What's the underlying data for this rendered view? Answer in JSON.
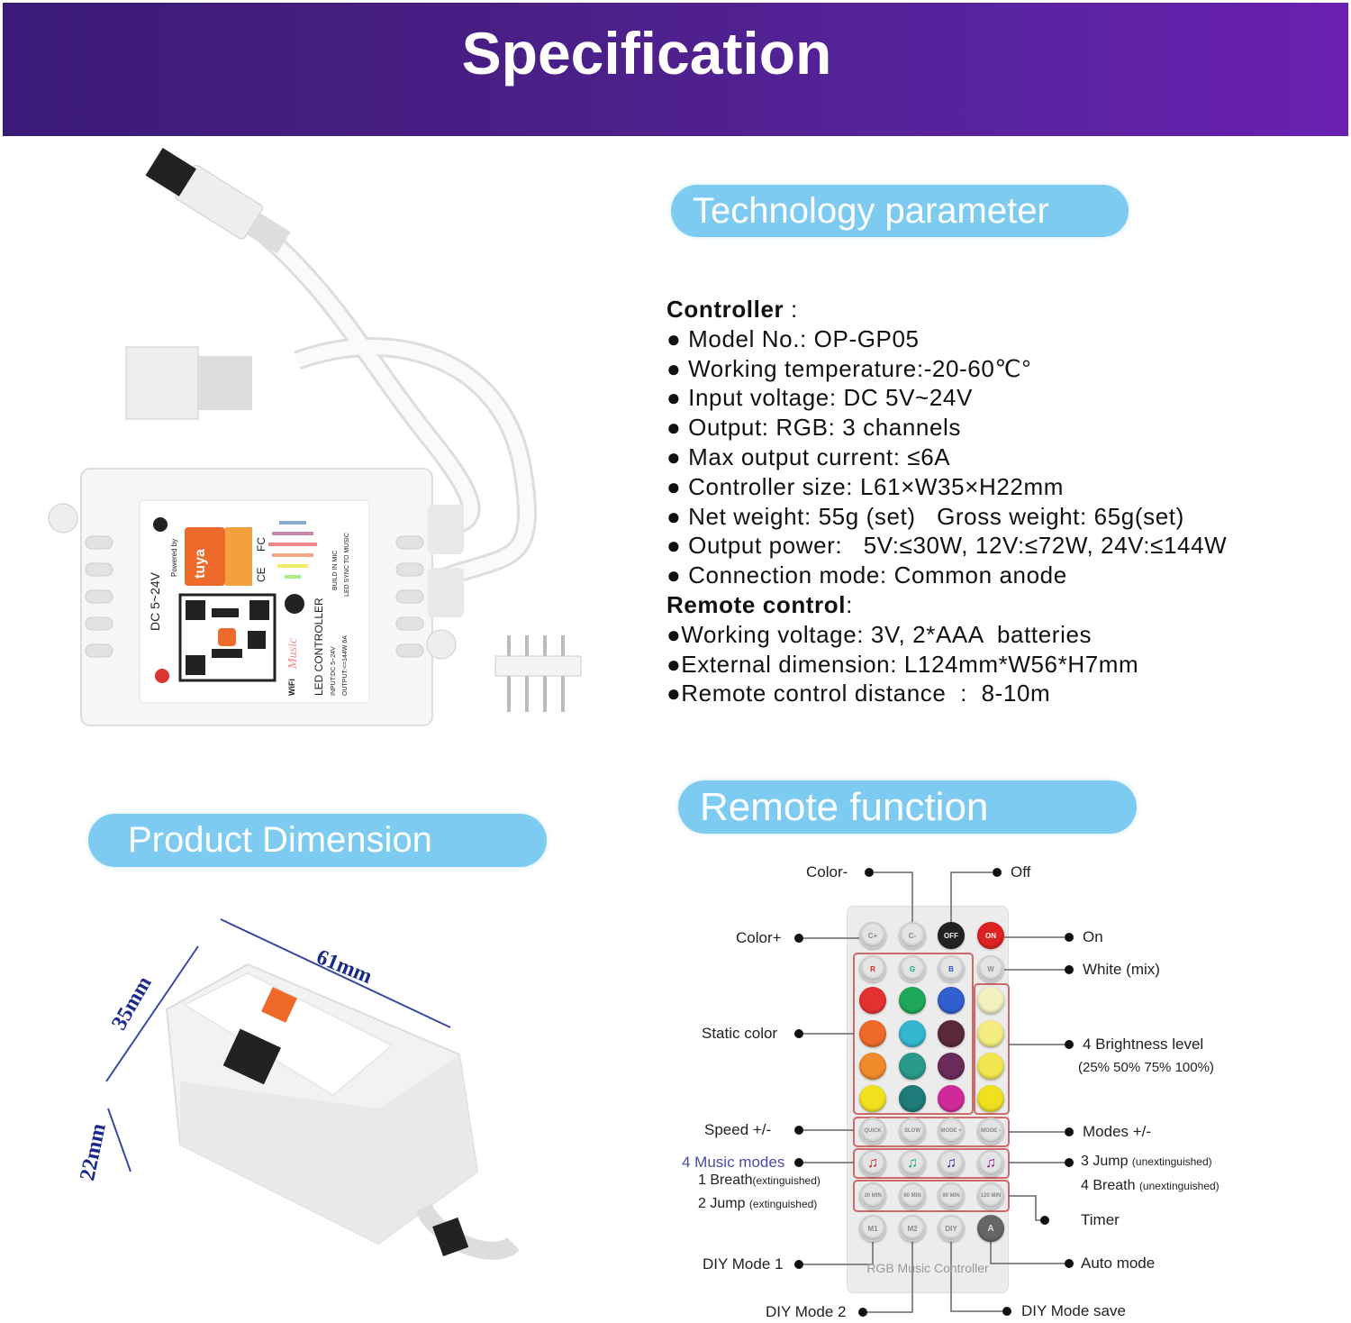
{
  "header": {
    "title": "Specification"
  },
  "sections": {
    "technology": "Technology parameter",
    "remote": "Remote function",
    "dimension": "Product Dimension"
  },
  "specs": {
    "controller_heading": "Controller",
    "controller_colon": " :",
    "controller_items": [
      "● Model No.: OP-GP05",
      "● Working temperature:-20-60℃°",
      "● Input voltage: DC 5V~24V",
      "● Output: RGB: 3 channels",
      "● Max output current: ≤6A",
      "● Controller size: L61×W35×H22mm",
      "● Net weight: 55g (set)   Gross weight: 65g(set)",
      "● Output power:   5V:≤30W, 12V:≤72W, 24V:≤144W",
      "● Connection mode: Common anode"
    ],
    "remote_heading": "Remote control",
    "remote_colon": ":",
    "remote_items": [
      "●Working voltage: 3V, 2*AAA  batteries",
      "●External dimension: L124mm*W56*H7mm",
      "●Remote control distance  :  8-10m"
    ]
  },
  "product_label": {
    "voltage": "DC 5~24V",
    "powered_by": "Powered by",
    "brand": "tuya",
    "title": "LED CONTROLLER",
    "music": "Music",
    "wifi": "WiFi",
    "mic": "BUILD IN MIC",
    "sync": "LED SYNC TO MUSIC",
    "input": "INPUT:DC 5~24V",
    "output": "OUTPUT:<=144W 6A",
    "ce": "CE",
    "fc": "FC"
  },
  "dimensions": {
    "length": "61mm",
    "width": "35mm",
    "height": "22mm"
  },
  "remote": {
    "name": "RGB Music Controller",
    "buttons": {
      "row1": [
        "C+",
        "C-",
        "OFF",
        "ON"
      ],
      "row2": [
        "R",
        "G",
        "B",
        "W"
      ],
      "speed": [
        "QUICK",
        "SLOW",
        "MODE +",
        "MODE -"
      ],
      "timer": [
        "30 MIN",
        "60 MIN",
        "90 MIN",
        "120 MIN"
      ],
      "diy": [
        "M1",
        "M2",
        "DIY",
        "A"
      ]
    },
    "colors": [
      [
        "#e53030",
        "#1fa85a",
        "#2f5fd0"
      ],
      [
        "#ee6a2a",
        "#34b6d0",
        "#5a2838"
      ],
      [
        "#f08a2a",
        "#2a9a8a",
        "#6a2a5a"
      ],
      [
        "#f0e020",
        "#1f7a7a",
        "#d02a9a"
      ]
    ],
    "labels": {
      "color_minus": "Color-",
      "off": "Off",
      "color_plus": "Color+",
      "on": "On",
      "white": "White (mix)",
      "static": "Static color",
      "brightness": "4 Brightness level",
      "brightness_levels": "(25% 50% 75% 100%)",
      "speed": "Speed +/-",
      "modes": "Modes +/-",
      "music_modes": "4 Music modes",
      "breath1": "1 Breath",
      "breath1_note": "(extinguished)",
      "jump2": "2 Jump",
      "jump2_note": "(extinguished)",
      "jump3": "3 Jump",
      "jump3_note": "(unextinguished)",
      "breath4": "4  Breath",
      "breath4_note": "(unextinguished)",
      "timer": "Timer",
      "diy1": "DIY Mode 1",
      "auto": "Auto mode",
      "diy2": "DIY Mode 2",
      "diysave": "DIY Mode save"
    }
  }
}
